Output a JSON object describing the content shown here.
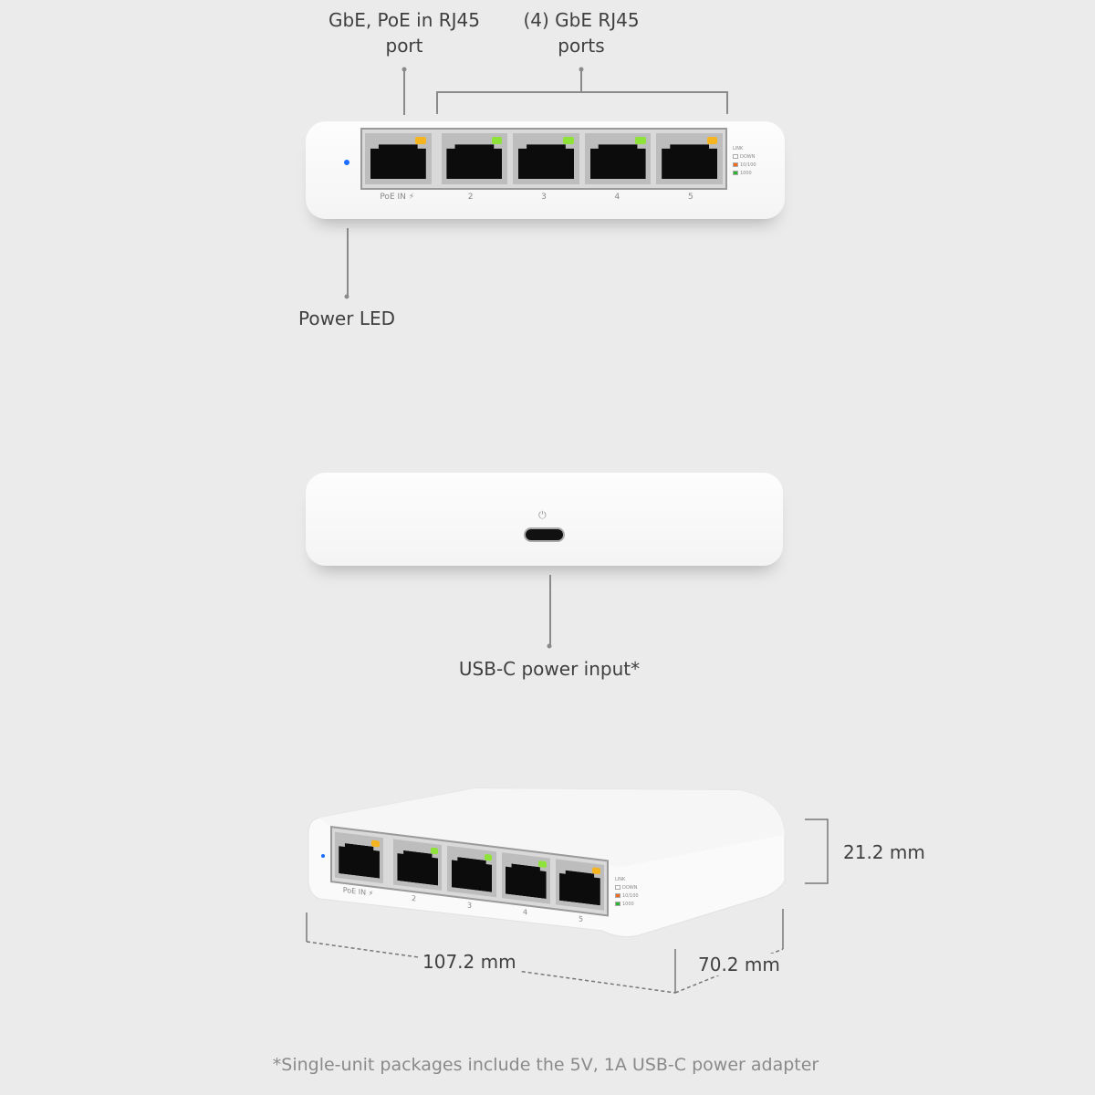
{
  "callouts": {
    "poe_port": [
      "GbE, PoE in RJ45",
      "port"
    ],
    "gbe_ports": [
      "(4) GbE RJ45",
      "ports"
    ],
    "power_led": "Power LED",
    "usb_c": "USB-C power input*"
  },
  "front_panel": {
    "port_labels": [
      "PoE IN ⚡",
      "2",
      "3",
      "4",
      "5"
    ],
    "port_led_colors": [
      "#f5b520",
      "#8fe23a",
      "#8fe23a",
      "#8fe23a",
      "#f5b520"
    ],
    "legend": {
      "title": "LINK",
      "items": [
        {
          "label": "DOWN",
          "color": "#ffffff"
        },
        {
          "label": "10/100",
          "color": "#f26a1b"
        },
        {
          "label": "1000",
          "color": "#2bb533"
        }
      ]
    },
    "power_led_color": "#1a6dff"
  },
  "dimensions": {
    "height": "21.2 mm",
    "width": "107.2 mm",
    "depth": "70.2 mm"
  },
  "footnote": "*Single-unit packages include the 5V, 1A USB-C power adapter"
}
